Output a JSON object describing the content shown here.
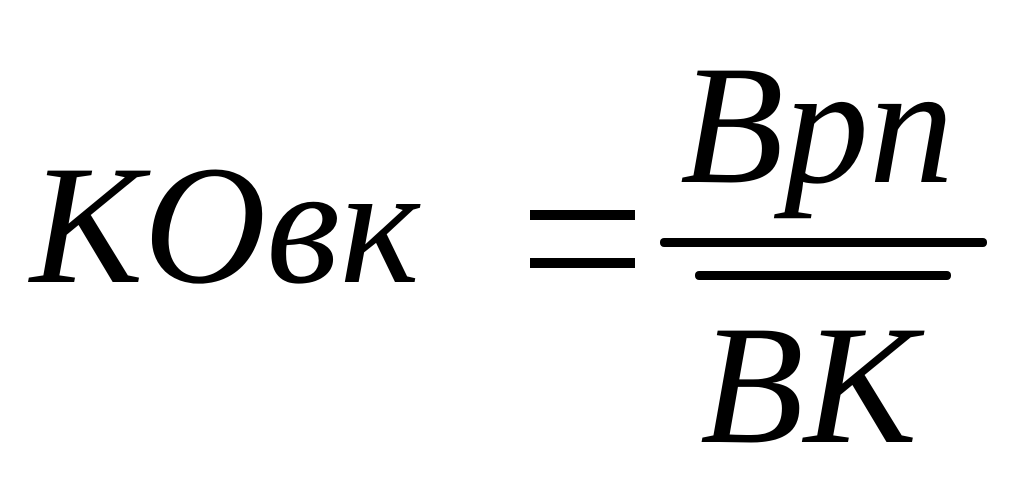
{
  "formula": {
    "lhs": "KOвк",
    "numerator": "Врп",
    "denominator": "ВК"
  }
}
